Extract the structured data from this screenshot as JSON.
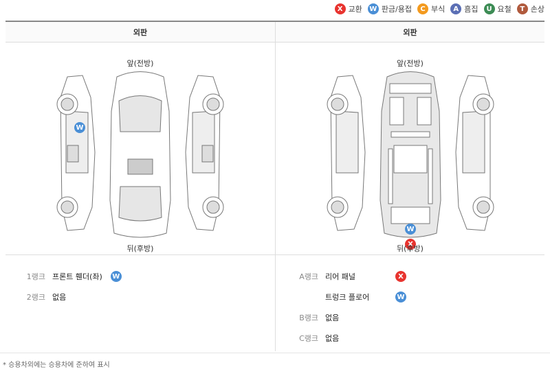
{
  "legend": [
    {
      "letter": "X",
      "label": "교환",
      "color": "#e8342f"
    },
    {
      "letter": "W",
      "label": "판금/용접",
      "color": "#4a8fd6"
    },
    {
      "letter": "C",
      "label": "부식",
      "color": "#f39a1e"
    },
    {
      "letter": "A",
      "label": "흠집",
      "color": "#5b6fb5"
    },
    {
      "letter": "U",
      "label": "요철",
      "color": "#3d8c55"
    },
    {
      "letter": "T",
      "label": "손상",
      "color": "#b05a3d"
    }
  ],
  "left": {
    "header": "외판",
    "front_label": "앞(전방)",
    "rear_label": "뒤(후방)",
    "ranks": [
      {
        "label": "1랭크",
        "value": "프론트 휀더(좌)",
        "badge": "W"
      },
      {
        "label": "2랭크",
        "value": "없음",
        "badge": ""
      }
    ]
  },
  "right": {
    "header": "외판",
    "front_label": "앞(전방)",
    "rear_label": "뒤(후방)",
    "ranks": [
      {
        "label": "A랭크",
        "value": "리어 패널",
        "badge": "X"
      },
      {
        "label": "",
        "value": "트렁크 플로어",
        "badge": "W"
      },
      {
        "label": "B랭크",
        "value": "없음",
        "badge": ""
      },
      {
        "label": "C랭크",
        "value": "없음",
        "badge": ""
      }
    ]
  },
  "footnote": "* 승용차외에는 승용차에 준하여 표시"
}
